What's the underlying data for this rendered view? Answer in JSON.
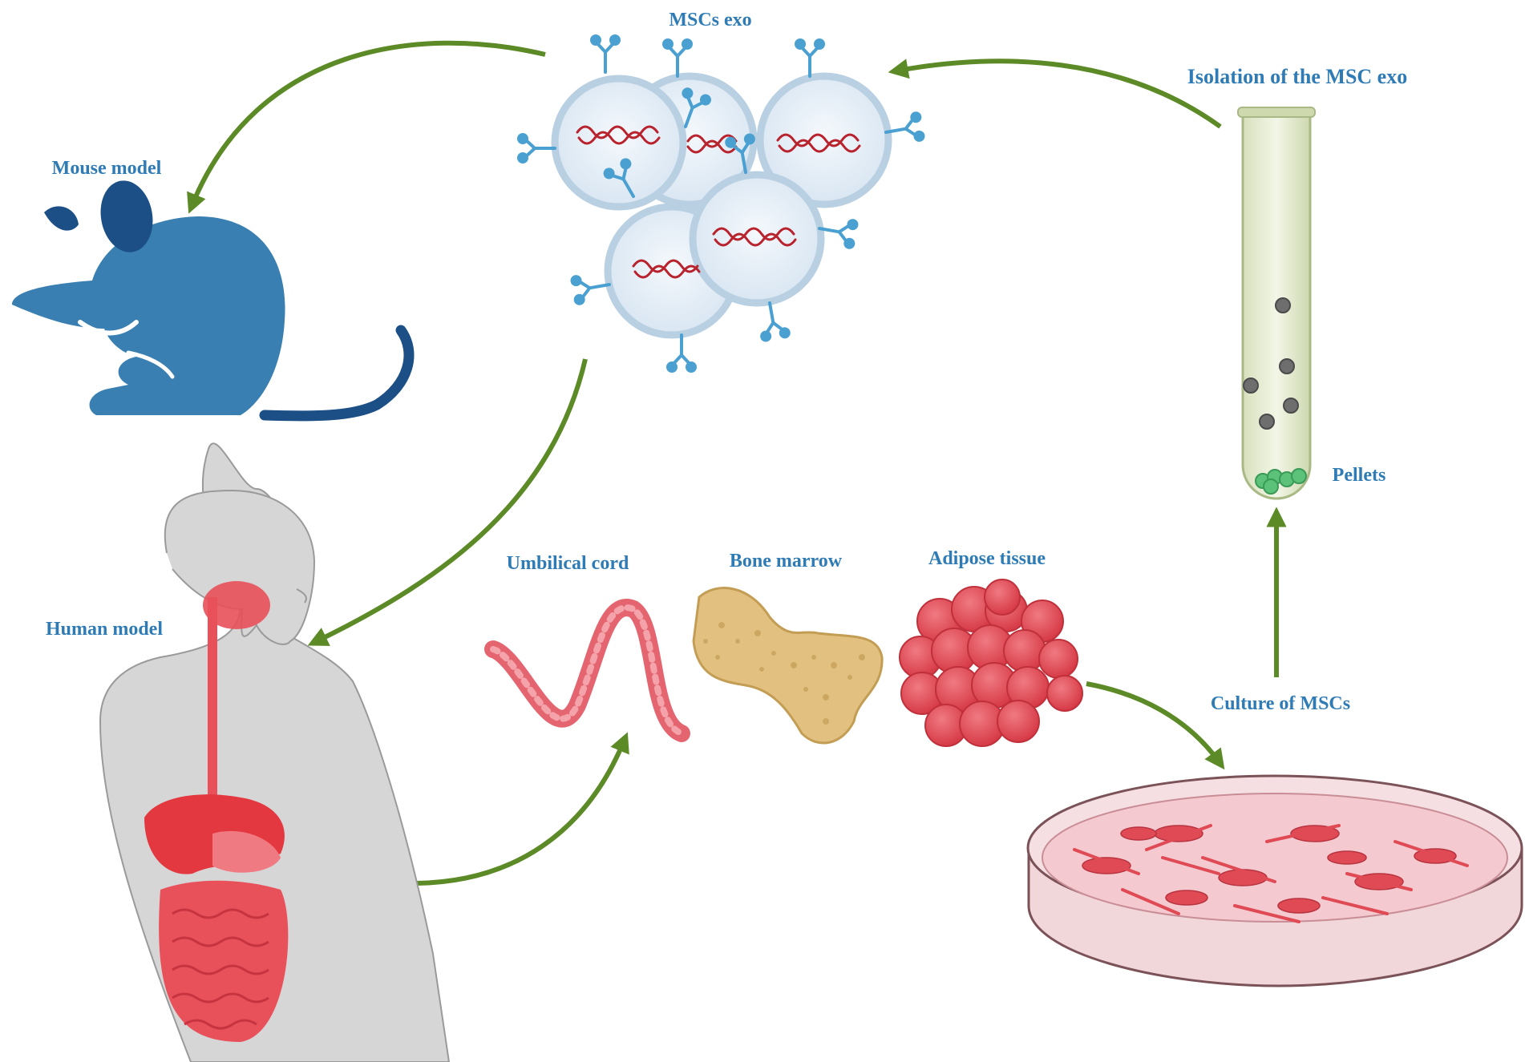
{
  "labels": {
    "mscs_exo": "MSCs exo",
    "isolation": "Isolation of the MSC exo",
    "mouse_model": "Mouse model",
    "human_model": "Human model",
    "pellets": "Pellets",
    "umbilical_cord": "Umbilical cord",
    "bone_marrow": "Bone marrow",
    "adipose_tissue": "Adipose tissue",
    "culture": "Culture of MSCs"
  },
  "colors": {
    "label_text": "#2e7bb5",
    "arrow": "#5b8a26",
    "mouse_body": "#3a7fb1",
    "mouse_dark": "#1b4f86",
    "vesicle_fill": "#dfeaf4",
    "vesicle_ring": "#b9d0e3",
    "rna": "#b8232d",
    "receptor": "#4aa0d0",
    "organ_red": "#e8505a",
    "tissue_red": "#e04a55",
    "bone": "#e2c180",
    "tube_fill": "#e8eed7",
    "pellet_green": "#4fb868",
    "body_grey": "#d6d6d6"
  },
  "icons": [
    "mouse-icon",
    "human-body-icon",
    "exosome-cluster-icon",
    "test-tube-icon",
    "umbilical-cord-icon",
    "bone-marrow-icon",
    "adipose-tissue-icon",
    "petri-dish-icon"
  ]
}
